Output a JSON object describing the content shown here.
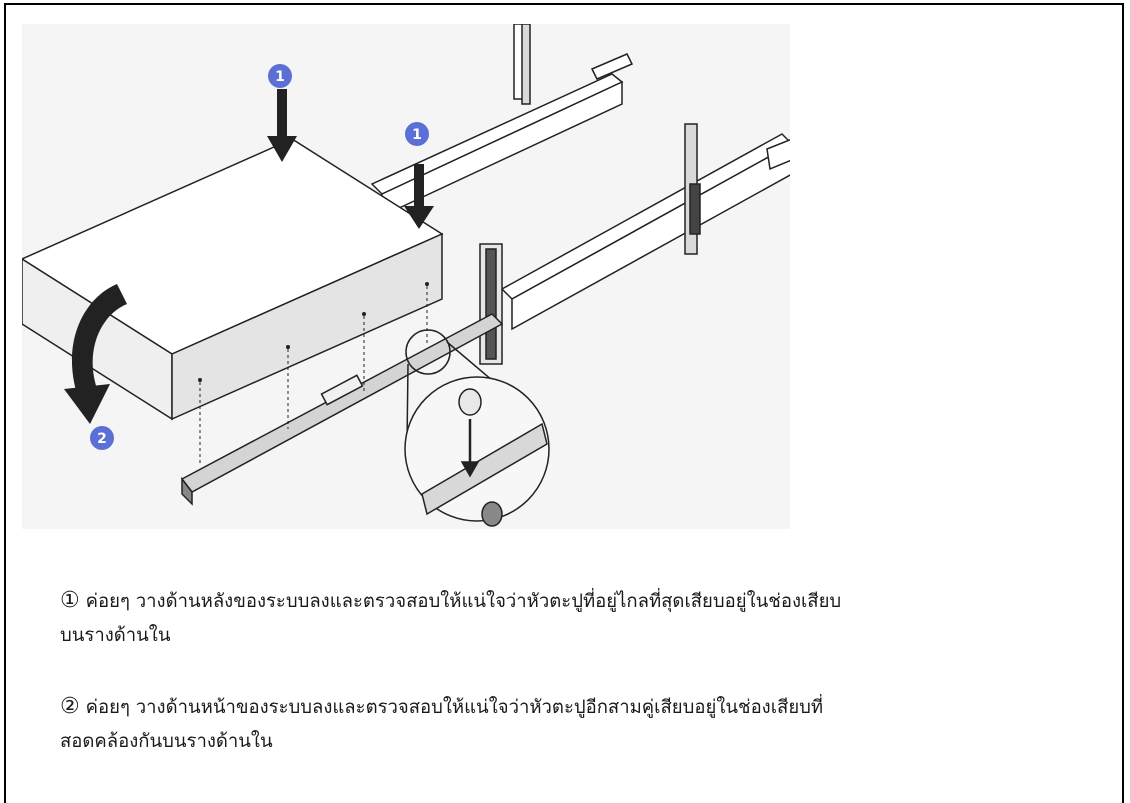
{
  "figure": {
    "callouts": [
      "1",
      "1",
      "2"
    ],
    "accent_color": "#5b6fd6"
  },
  "steps": [
    {
      "marker": "①",
      "line1": "ค่อยๆ วางด้านหลังของระบบลงและตรวจสอบให้แน่ใจว่าหัวตะปูที่อยู่ไกลที่สุดเสียบอยู่ในช่องเสียบ",
      "line2": "บนรางด้านใน"
    },
    {
      "marker": "②",
      "line1": "ค่อยๆ วางด้านหน้าของระบบลงและตรวจสอบให้แน่ใจว่าหัวตะปูอีกสามคู่เสียบอยู่ในช่องเสียบที่",
      "line2": "สอดคล้องกันบนรางด้านใน"
    }
  ]
}
